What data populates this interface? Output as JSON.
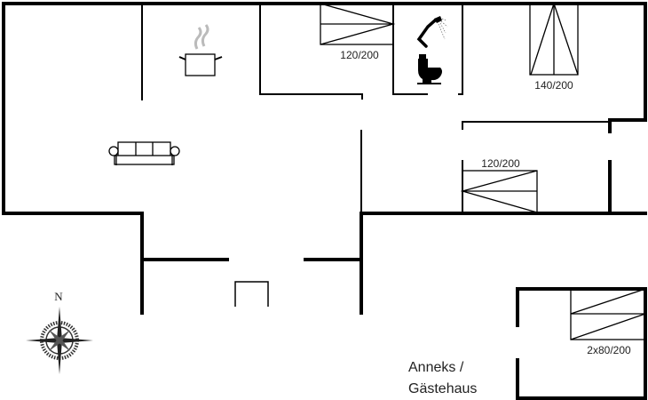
{
  "floorplan": {
    "beds": [
      {
        "label": "120/200"
      },
      {
        "label": "140/200"
      },
      {
        "label": "120/200"
      },
      {
        "label": "2x80/200"
      }
    ],
    "annex_label_line1": "Anneks /",
    "annex_label_line2": "Gästehaus",
    "compass_label": "N",
    "icons": [
      "cooking-pot-icon",
      "sofa-icon",
      "shower-icon",
      "toilet-icon",
      "compass-rose-icon"
    ],
    "colors": {
      "wall": "#000000",
      "steam": "#bbbbbb"
    }
  }
}
